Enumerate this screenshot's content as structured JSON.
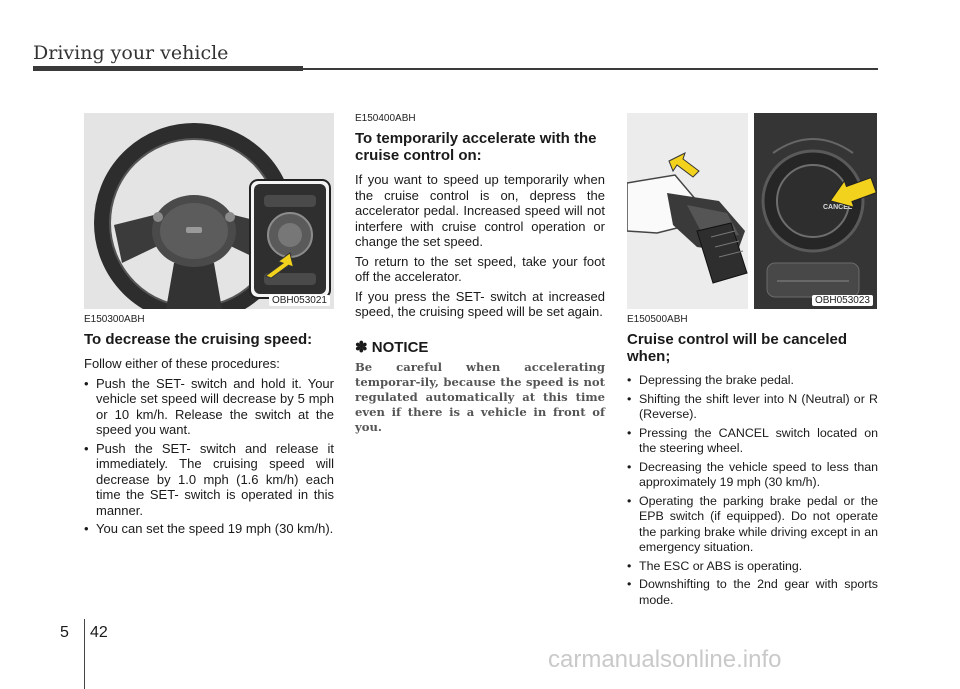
{
  "header": {
    "title": "Driving your vehicle"
  },
  "col1": {
    "figure_code": "OBH053021",
    "section_code": "E150300ABH",
    "heading": "To decrease the cruising speed:",
    "intro": "Follow either of these procedures:",
    "bullets": [
      "Push the SET- switch and hold it. Your vehicle set speed will decrease by 5 mph or 10 km/h. Release the switch at the speed you want.",
      "Push the SET- switch and release it immediately. The cruising speed will decrease by 1.0 mph (1.6 km/h) each time the SET- switch is operated in this manner.",
      "You can set the speed 19 mph (30 km/h)."
    ]
  },
  "col2": {
    "section_code": "E150400ABH",
    "heading": "To temporarily accelerate with the cruise control on:",
    "paragraphs": [
      "If you want to speed up temporarily when the cruise control is on, depress the accelerator pedal. Increased speed will not interfere with cruise control operation or change the set speed.",
      "To return to the set speed, take your foot off the accelerator.",
      "If you press the SET- switch at increased speed, the cruising speed will be set again."
    ],
    "notice_title": "✽ NOTICE",
    "notice_body": "Be careful when accelerating temporar-ily, because the speed is not regulated automatically at this time even if there is a vehicle in front of you."
  },
  "col3": {
    "figure_code": "OBH053023",
    "figure_label": "CANCEL",
    "section_code": "E150500ABH",
    "heading": "Cruise control will be canceled when;",
    "bullets": [
      "Depressing the brake pedal.",
      "Shifting the shift lever into N (Neutral) or R (Reverse).",
      "Pressing the CANCEL switch located on the steering wheel.",
      "Decreasing the vehicle speed to less than approximately 19 mph (30 km/h).",
      "Operating the parking brake pedal or the EPB switch (if equipped). Do not operate the parking brake while driving except in an emergency situation.",
      "The ESC or ABS is operating.",
      "Downshifting to the 2nd gear with sports mode."
    ]
  },
  "footer": {
    "chapter": "5",
    "page": "42",
    "watermark": "carmanualsonline.info"
  },
  "colors": {
    "arrow_fill": "#f2d21c",
    "rule": "#3a3a3a"
  }
}
